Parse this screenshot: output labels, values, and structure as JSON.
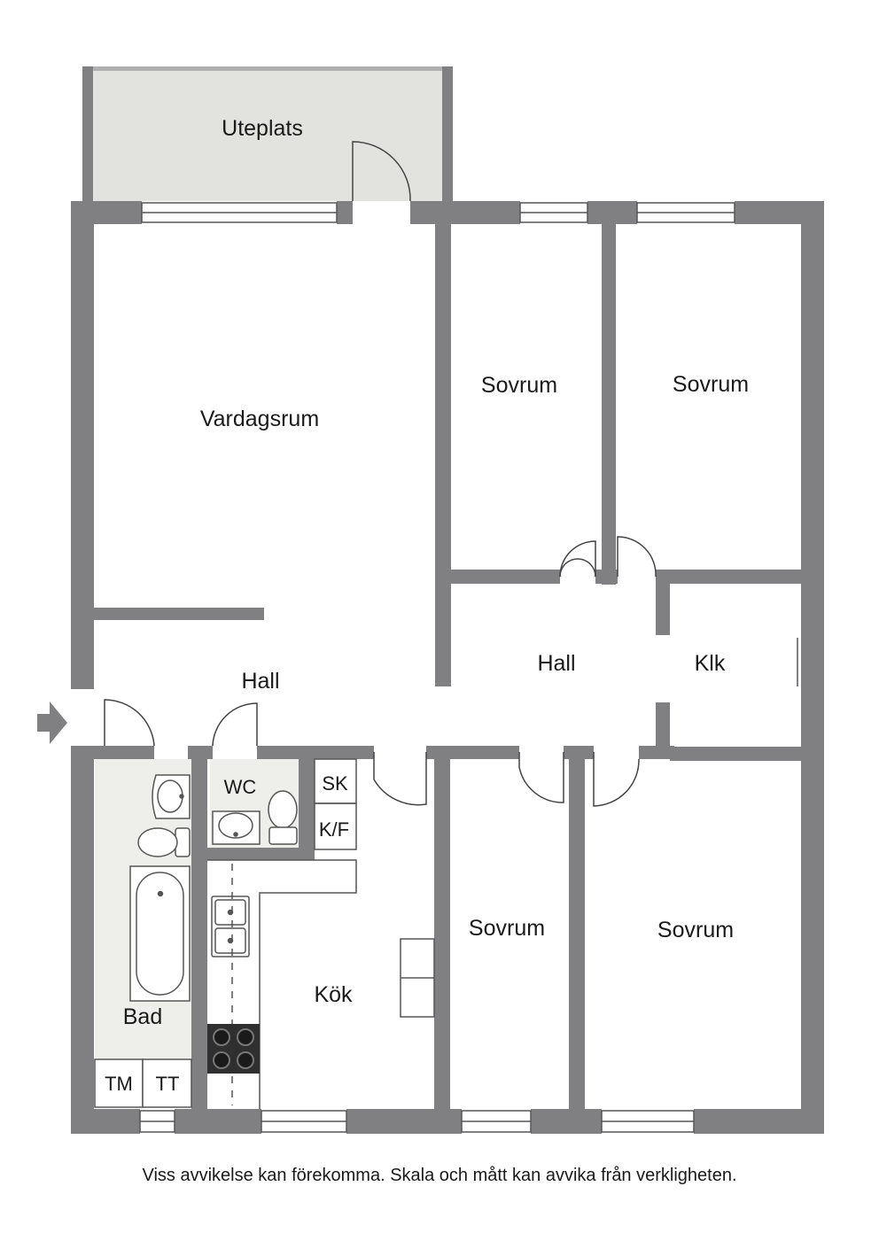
{
  "colors": {
    "wall": "#808083",
    "terrace_fill": "#e2e2de",
    "bath_fill": "#eeeeeb",
    "line": "#555555",
    "text": "#1a1a1a"
  },
  "rooms": {
    "terrace": "Uteplats",
    "living": "Vardagsrum",
    "bedroom_1": "Sovrum",
    "bedroom_2": "Sovrum",
    "bedroom_3": "Sovrum",
    "bedroom_4": "Sovrum",
    "hall_1": "Hall",
    "hall_2": "Hall",
    "walk_in_closet": "Klk",
    "wc": "WC",
    "bathroom": "Bad",
    "kitchen": "Kök",
    "cabinet_sk": "SK",
    "cabinet_kf": "K/F",
    "cabinet_tm": "TM",
    "cabinet_tt": "TT"
  },
  "entrance_arrow_icon": "arrow-right-icon",
  "disclaimer": "Viss avvikelse kan förekomma. Skala och mått kan avvika från verkligheten."
}
